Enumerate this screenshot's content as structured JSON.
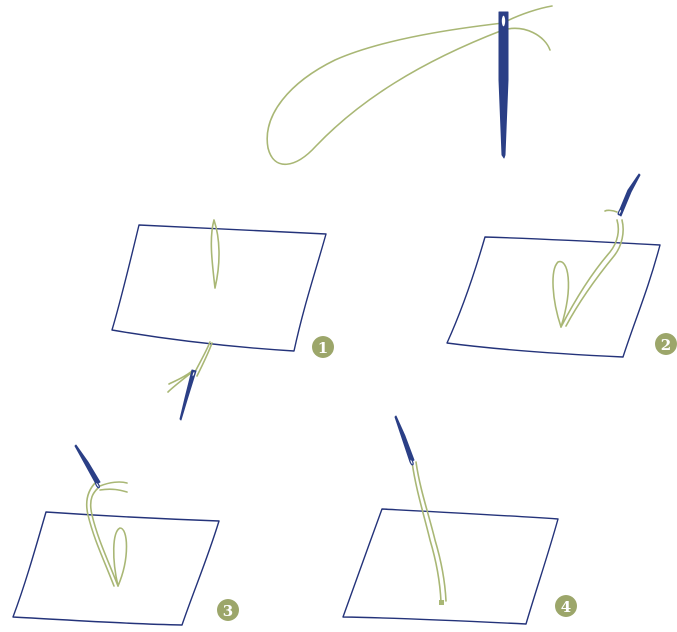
{
  "colors": {
    "thread": "#a9b775",
    "needle": "#2b3f86",
    "fabric": "#24337a",
    "badge": "#9ca66a",
    "background": "#ffffff"
  },
  "icons": {
    "needle": "sewing-needle-icon",
    "badge": "numbered-circle-badge"
  },
  "steps": [
    {
      "number": "1"
    },
    {
      "number": "2"
    },
    {
      "number": "3"
    },
    {
      "number": "4"
    }
  ]
}
